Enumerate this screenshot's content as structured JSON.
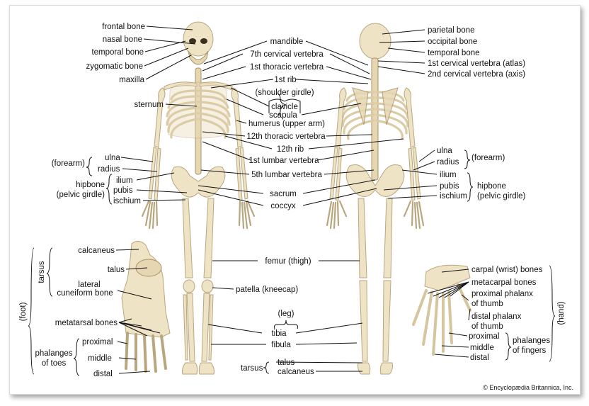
{
  "labels": {
    "frontal_bone": "frontal bone",
    "nasal_bone": "nasal bone",
    "temporal_bone_l": "temporal bone",
    "zygomatic_bone": "zygomatic bone",
    "maxilla": "maxilla",
    "sternum": "sternum",
    "mandible": "mandible",
    "c7": "7th cervical vertebra",
    "t1": "1st thoracic vertebra",
    "rib1": "1st rib",
    "shoulder_girdle": "(shoulder girdle)",
    "clavicle": "clavicle",
    "scapula": "scapula",
    "humerus": "humerus (upper arm)",
    "t12": "12th thoracic vertebra",
    "rib12": "12th rib",
    "l1": "1st lumbar vertebra",
    "l5": "5th lumbar vertebra",
    "sacrum": "sacrum",
    "coccyx": "coccyx",
    "parietal_bone": "parietal bone",
    "occipital_bone": "occipital bone",
    "temporal_bone_r": "temporal bone",
    "atlas": "1st cervical vertebra (atlas)",
    "axis": "2nd cervical vertebra (axis)",
    "forearm_l": "(forearm)",
    "ulna_l": "ulna",
    "radius_l": "radius",
    "hipbone_l1": "hipbone",
    "hipbone_l2": "(pelvic girdle)",
    "ilium_l": "ilium",
    "pubis_l": "pubis",
    "ischium_l": "ischium",
    "ulna_r": "ulna",
    "radius_r": "radius",
    "forearm_r": "(forearm)",
    "ilium_r": "ilium",
    "pubis_r": "pubis",
    "ischium_r": "ischium",
    "hipbone_r1": "hipbone",
    "hipbone_r2": "(pelvic girdle)",
    "tarsus_foot": "tarsus",
    "calcaneus_foot": "calcaneus",
    "talus_foot": "talus",
    "lateral_cuneiform1": "lateral",
    "lateral_cuneiform2": "cuneiform bone",
    "foot": "(foot)",
    "metatarsal": "metatarsal bones",
    "phalanges_toes1": "phalanges",
    "phalanges_toes2": "of toes",
    "proximal_foot": "proximal",
    "middle_foot": "middle",
    "distal_foot": "distal",
    "femur": "femur (thigh)",
    "patella": "patella (kneecap)",
    "leg": "(leg)",
    "tibia": "tibia",
    "fibula": "fibula",
    "tarsus_skel": "tarsus",
    "talus_skel": "talus",
    "calcaneus_skel": "calcaneus",
    "carpal": "carpal (wrist) bones",
    "metacarpal": "metacarpal bones",
    "prox_phalanx_thumb1": "proximal phalanx",
    "prox_phalanx_thumb2": "of thumb",
    "dist_phalanx_thumb1": "distal phalanx",
    "dist_phalanx_thumb2": "of thumb",
    "hand": "(hand)",
    "proximal_hand": "proximal",
    "middle_hand": "middle",
    "distal_hand": "distal",
    "phalanges_fingers1": "phalanges",
    "phalanges_fingers2": "of fingers"
  },
  "copyright": "© Encyclopædia Britannica, Inc.",
  "colors": {
    "bone": "#efe3c6",
    "bone_outline": "#b9a67e",
    "text": "#111111",
    "background": "#ffffff"
  }
}
